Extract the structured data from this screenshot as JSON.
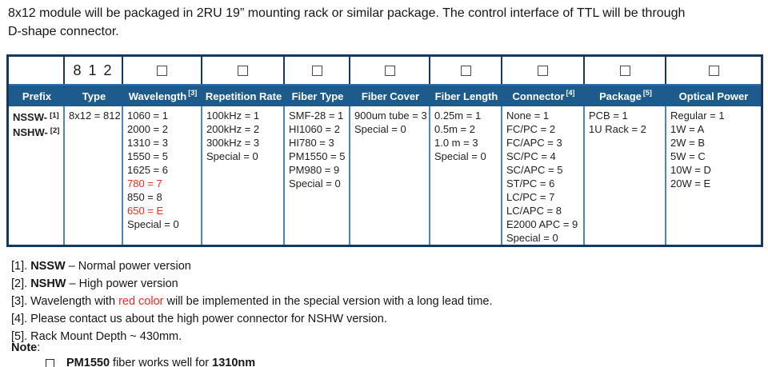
{
  "colors": {
    "header_bg": "#1D5B8C",
    "outer_border": "#17375E",
    "inner_divider": "#4A86C2",
    "red_accent": "#EE2B23"
  },
  "intro": {
    "line1": "8x12 module will be packaged in 2RU 19” mounting rack or similar package. The control interface of TTL will be through",
    "line2": "D-shape connector."
  },
  "table": {
    "type_code": "8 1 2",
    "checkbox_icon": "ballot-box-icon",
    "columns": [
      {
        "label": "Prefix",
        "options": [
          {
            "text": "NSSW-",
            "sup": "[1]",
            "cls": "bold"
          },
          {
            "text": "NSHW-",
            "sup": "[2]",
            "cls": "bold"
          }
        ]
      },
      {
        "label": "Type",
        "options": [
          {
            "text": "8x12 = 812"
          }
        ]
      },
      {
        "label": "Wavelength",
        "sup": "[3]",
        "options": [
          {
            "text": "1060 = 1"
          },
          {
            "text": "2000 = 2"
          },
          {
            "text": "1310 = 3"
          },
          {
            "text": "1550 = 5"
          },
          {
            "text": "1625 = 6"
          },
          {
            "text": "780 = 7",
            "cls": "red"
          },
          {
            "text": "850 = 8"
          },
          {
            "text": "650 = E",
            "cls": "red"
          },
          {
            "text": "Special = 0"
          }
        ]
      },
      {
        "label": "Repetition Rate",
        "options": [
          {
            "text": "100kHz = 1"
          },
          {
            "text": "200kHz = 2"
          },
          {
            "text": "300kHz = 3"
          },
          {
            "text": "Special = 0"
          }
        ]
      },
      {
        "label": "Fiber Type",
        "options": [
          {
            "text": "SMF-28 = 1"
          },
          {
            "text": "HI1060 = 2"
          },
          {
            "text": "HI780 = 3"
          },
          {
            "text": "PM1550 = 5"
          },
          {
            "text": "PM980 = 9"
          },
          {
            "text": "Special = 0"
          }
        ]
      },
      {
        "label": "Fiber Cover",
        "options": [
          {
            "text": "900um tube = 3"
          },
          {
            "text": "Special = 0"
          }
        ]
      },
      {
        "label": "Fiber Length",
        "options": [
          {
            "text": "0.25m = 1"
          },
          {
            "text": "0.5m = 2"
          },
          {
            "text": "1.0 m = 3"
          },
          {
            "text": "Special = 0"
          }
        ]
      },
      {
        "label": "Connector",
        "sup": "[4]",
        "options": [
          {
            "text": "None = 1"
          },
          {
            "text": "FC/PC = 2"
          },
          {
            "text": "FC/APC = 3"
          },
          {
            "text": "SC/PC = 4"
          },
          {
            "text": "SC/APC = 5"
          },
          {
            "text": "ST/PC = 6"
          },
          {
            "text": "LC/PC = 7"
          },
          {
            "text": "LC/APC = 8"
          },
          {
            "text": "E2000 APC = 9"
          },
          {
            "text": "Special = 0"
          }
        ]
      },
      {
        "label": "Package",
        "sup": "[5]",
        "options": [
          {
            "text": "PCB = 1"
          },
          {
            "text": "1U Rack = 2"
          }
        ]
      },
      {
        "label": "Optical Power",
        "options": [
          {
            "text": "Regular = 1"
          },
          {
            "text": "1W = A"
          },
          {
            "text": "2W = B"
          },
          {
            "text": "5W = C"
          },
          {
            "text": "10W = D"
          },
          {
            "text": "20W = E"
          }
        ]
      }
    ]
  },
  "footnotes": {
    "f1": {
      "pre": "[1]. ",
      "bold": "NSSW",
      "post": " – Normal power version"
    },
    "f2": {
      "pre": "[2]. ",
      "bold": "NSHW",
      "post": " – High power version"
    },
    "f3": {
      "pre": "[3]. Wavelength with ",
      "red": "red color",
      "post": " will be implemented in the special version with a long lead time."
    },
    "f4": {
      "text": "[4]. Please contact us about the high power connector for NSHW version."
    },
    "f5": {
      "text": "[5]. Rack Mount Depth ~ 430mm."
    }
  },
  "note": {
    "label": "Note",
    "colon": ":",
    "bullet_icon": "ballot-box-icon",
    "item": {
      "bold1": "PM1550",
      "mid": " fiber works well for ",
      "bold2": "1310nm"
    }
  }
}
